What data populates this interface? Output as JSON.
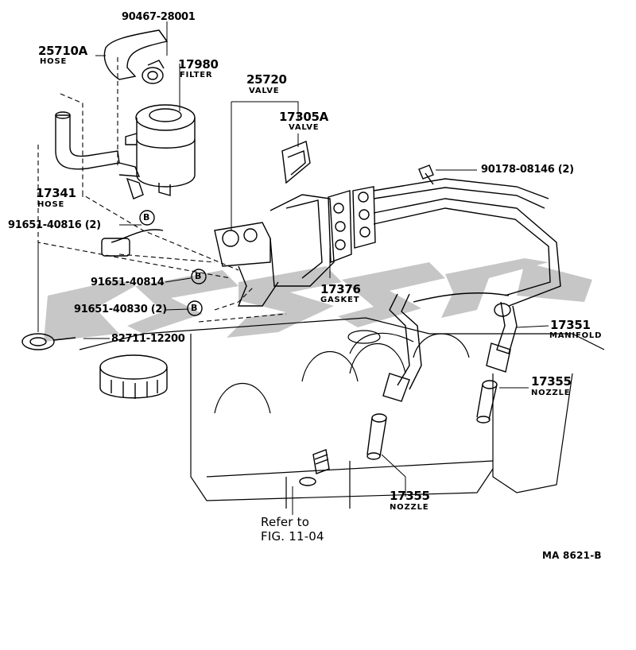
{
  "labels": {
    "p90467": "90467-28001",
    "p25710A": "25710A",
    "n_hose": "HOSE",
    "p17980": "17980",
    "n_filter": "FILTER",
    "p25720": "25720",
    "n_valve": "VALVE",
    "p17305A": "17305A",
    "p90178": "90178-08146 (2)",
    "p17341": "17341",
    "p91651_40816": "91651-40816 (2)",
    "p91651_40814": "91651-40814",
    "p17376": "17376",
    "n_gasket": "GASKET",
    "p91651_40830": "91651-40830 (2)",
    "p17351": "17351",
    "n_manifold": "MANIFOLD",
    "p82711": "82711-12200",
    "p17355": "17355",
    "n_nozzle": "NOZZLE",
    "refer_to": "Refer to",
    "fig_ref": "FIG. 11-04",
    "drawing_code": "MA  8621-B",
    "b": "B"
  }
}
